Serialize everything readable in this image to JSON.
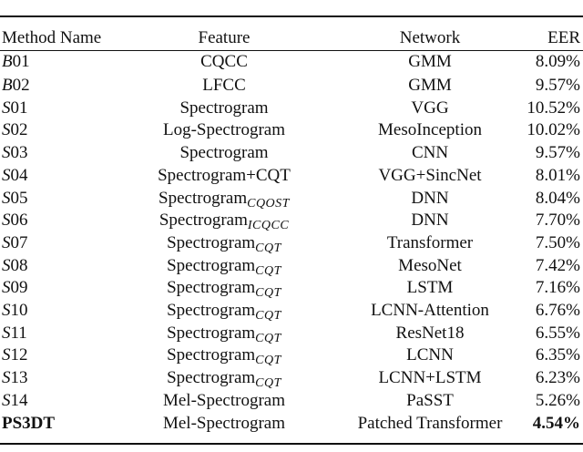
{
  "table": {
    "headers": [
      "Method Name",
      "Feature",
      "Network",
      "EER"
    ],
    "rows": [
      {
        "prefix": "B",
        "num": "01",
        "feature": "CQCC",
        "sub": "",
        "network": "GMM",
        "eer": "8.09%"
      },
      {
        "prefix": "B",
        "num": "02",
        "feature": "LFCC",
        "sub": "",
        "network": "GMM",
        "eer": "9.57%"
      },
      {
        "prefix": "S",
        "num": "01",
        "feature": "Spectrogram",
        "sub": "",
        "network": "VGG",
        "eer": "10.52%"
      },
      {
        "prefix": "S",
        "num": "02",
        "feature": "Log-Spectrogram",
        "sub": "",
        "network": "MesoInception",
        "eer": "10.02%"
      },
      {
        "prefix": "S",
        "num": "03",
        "feature": "Spectrogram",
        "sub": "",
        "network": "CNN",
        "eer": "9.57%"
      },
      {
        "prefix": "S",
        "num": "04",
        "feature": "Spectrogram+CQT",
        "sub": "",
        "network": "VGG+SincNet",
        "eer": "8.01%"
      },
      {
        "prefix": "S",
        "num": "05",
        "feature": "Spectrogram",
        "sub": "CQOST",
        "network": "DNN",
        "eer": "8.04%"
      },
      {
        "prefix": "S",
        "num": "06",
        "feature": "Spectrogram",
        "sub": "ICQCC",
        "network": "DNN",
        "eer": "7.70%"
      },
      {
        "prefix": "S",
        "num": "07",
        "feature": "Spectrogram",
        "sub": "CQT",
        "network": "Transformer",
        "eer": "7.50%"
      },
      {
        "prefix": "S",
        "num": "08",
        "feature": "Spectrogram",
        "sub": "CQT",
        "network": "MesoNet",
        "eer": "7.42%"
      },
      {
        "prefix": "S",
        "num": "09",
        "feature": "Spectrogram",
        "sub": "CQT",
        "network": "LSTM",
        "eer": "7.16%"
      },
      {
        "prefix": "S",
        "num": "10",
        "feature": "Spectrogram",
        "sub": "CQT",
        "network": "LCNN-Attention",
        "eer": "6.76%"
      },
      {
        "prefix": "S",
        "num": "11",
        "feature": "Spectrogram",
        "sub": "CQT",
        "network": "ResNet18",
        "eer": "6.55%"
      },
      {
        "prefix": "S",
        "num": "12",
        "feature": "Spectrogram",
        "sub": "CQT",
        "network": "LCNN",
        "eer": "6.35%"
      },
      {
        "prefix": "S",
        "num": "13",
        "feature": "Spectrogram",
        "sub": "CQT",
        "network": "LCNN+LSTM",
        "eer": "6.23%"
      },
      {
        "prefix": "S",
        "num": "14",
        "feature": "Mel-Spectrogram",
        "sub": "",
        "network": "PaSST",
        "eer": "5.26%"
      }
    ],
    "proposed": {
      "method": "PS3DT",
      "feature": "Mel-Spectrogram",
      "network": "Patched Transformer",
      "eer": "4.54%"
    }
  }
}
